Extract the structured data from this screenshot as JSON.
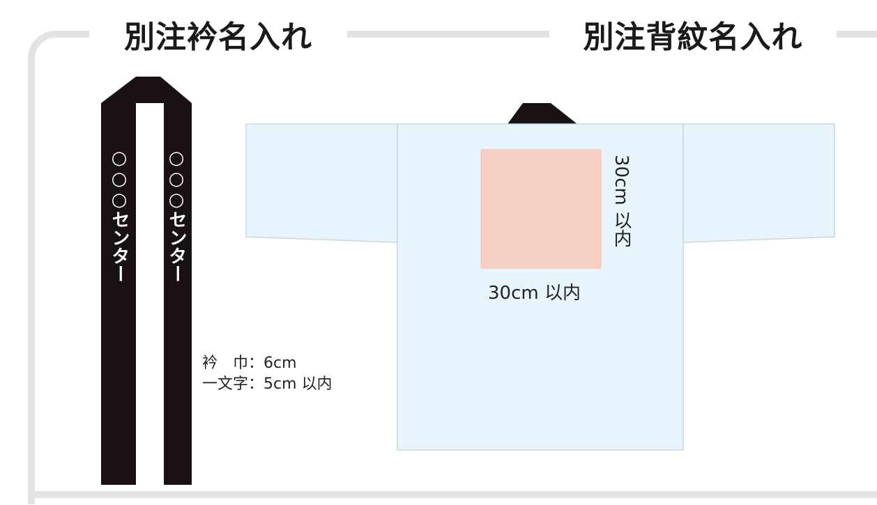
{
  "headings": {
    "collar": "別注衿名入れ",
    "back": "別注背紋名入れ"
  },
  "collar": {
    "text_left": "○○○センター",
    "text_right": "○○○センター",
    "color": "#1a1212"
  },
  "specs": {
    "line1": "衿　巾：6cm",
    "line2": "一文字：5cm 以内"
  },
  "jacket": {
    "body_color": "#e8f4fc",
    "emblem_color": "#f7d0c4",
    "emblem_width_label": "30cm 以内",
    "emblem_height_label": "30cm 以内"
  },
  "colors": {
    "frame": "#e3e3e3",
    "text": "#1a1a1a"
  }
}
